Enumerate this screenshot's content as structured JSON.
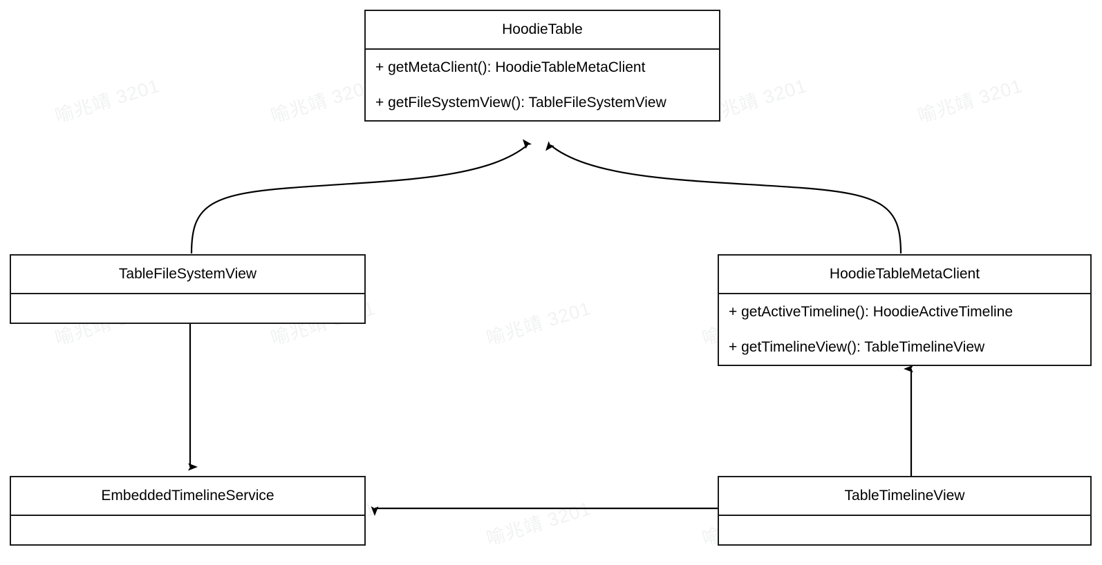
{
  "diagram": {
    "type": "uml-class-diagram",
    "background_color": "#ffffff",
    "line_color": "#1a1a1a",
    "text_color": "#000000",
    "watermark": {
      "text": "喻兆靖 3201",
      "color": "#f1f2f2",
      "rotation_deg": -17
    },
    "classes": [
      {
        "id": "hoodie-table",
        "name": "HoodieTable",
        "members": [
          "+ getMetaClient(): HoodieTableMetaClient",
          "+ getFileSystemView(): TableFileSystemView"
        ]
      },
      {
        "id": "table-file-system-view",
        "name": "TableFileSystemView",
        "members": []
      },
      {
        "id": "hoodie-table-meta-client",
        "name": "HoodieTableMetaClient",
        "members": [
          "+ getActiveTimeline(): HoodieActiveTimeline",
          "+ getTimelineView(): TableTimelineView"
        ]
      },
      {
        "id": "embedded-timeline-service",
        "name": "EmbeddedTimelineService",
        "members": []
      },
      {
        "id": "table-timeline-view",
        "name": "TableTimelineView",
        "members": []
      }
    ],
    "edges": [
      {
        "id": "edge-fsview-to-hoodietable",
        "from": "table-file-system-view",
        "to": "hoodie-table",
        "style": "curved",
        "arrow": "filled-triangle"
      },
      {
        "id": "edge-metaclient-to-hoodietable",
        "from": "hoodie-table-meta-client",
        "to": "hoodie-table",
        "style": "curved",
        "arrow": "filled-triangle"
      },
      {
        "id": "edge-fsview-to-embedded",
        "from": "table-file-system-view",
        "to": "embedded-timeline-service",
        "style": "straight-vertical",
        "arrow": "filled-triangle"
      },
      {
        "id": "edge-timelineview-to-metaclient",
        "from": "table-timeline-view",
        "to": "hoodie-table-meta-client",
        "style": "straight-vertical",
        "arrow": "filled-triangle"
      },
      {
        "id": "edge-timelineview-to-embedded",
        "from": "table-timeline-view",
        "to": "embedded-timeline-service",
        "style": "straight-horizontal",
        "arrow": "filled-triangle"
      }
    ]
  }
}
